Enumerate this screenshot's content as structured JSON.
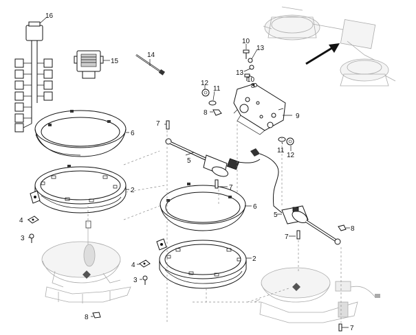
{
  "diagram": {
    "callouts": {
      "p16": "16",
      "p15": "15",
      "p14": "14",
      "p10a": "10",
      "p13a": "13",
      "p13b": "13",
      "p10b": "10",
      "p12a": "12",
      "p11a": "11",
      "p8a": "8",
      "p9": "9",
      "p8b": "8",
      "p7a": "7",
      "p6a": "6",
      "p5a": "5",
      "p11b": "11",
      "p12b": "12",
      "p2a": "2",
      "p7b": "7",
      "p6b": "6",
      "p5b": "5",
      "p4a": "4",
      "p3a": "3",
      "p8c": "8",
      "p7c": "7",
      "p2b": "2",
      "p4b": "4",
      "p3b": "3",
      "p8d": "8",
      "p7d": "7"
    }
  }
}
